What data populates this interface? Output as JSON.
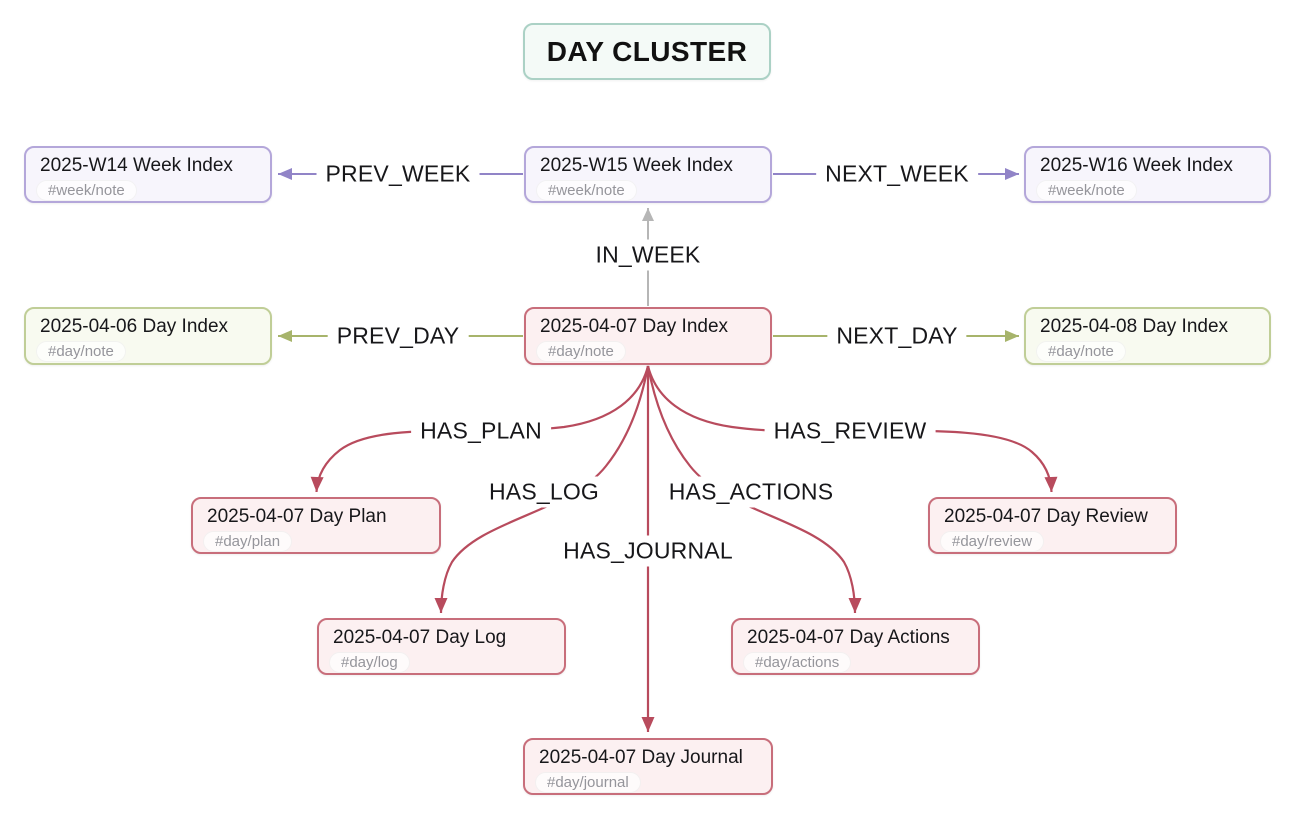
{
  "title": "DAY CLUSTER",
  "nodes": {
    "week_prev": {
      "title": "2025-W14 Week Index",
      "tag": "#week/note"
    },
    "week_current": {
      "title": "2025-W15 Week Index",
      "tag": "#week/note"
    },
    "week_next": {
      "title": "2025-W16 Week Index",
      "tag": "#week/note"
    },
    "day_prev": {
      "title": "2025-04-06 Day Index",
      "tag": "#day/note"
    },
    "day_current": {
      "title": "2025-04-07 Day Index",
      "tag": "#day/note"
    },
    "day_next": {
      "title": "2025-04-08 Day Index",
      "tag": "#day/note"
    },
    "day_plan": {
      "title": "2025-04-07 Day Plan",
      "tag": "#day/plan"
    },
    "day_log": {
      "title": "2025-04-07 Day Log",
      "tag": "#day/log"
    },
    "day_journal": {
      "title": "2025-04-07 Day Journal",
      "tag": "#day/journal"
    },
    "day_actions": {
      "title": "2025-04-07 Day Actions",
      "tag": "#day/actions"
    },
    "day_review": {
      "title": "2025-04-07 Day Review",
      "tag": "#day/review"
    }
  },
  "edges": {
    "prev_week": {
      "label": "PREV_WEEK"
    },
    "next_week": {
      "label": "NEXT_WEEK"
    },
    "in_week": {
      "label": "IN_WEEK"
    },
    "prev_day": {
      "label": "PREV_DAY"
    },
    "next_day": {
      "label": "NEXT_DAY"
    },
    "has_plan": {
      "label": "HAS_PLAN"
    },
    "has_log": {
      "label": "HAS_LOG"
    },
    "has_journal": {
      "label": "HAS_JOURNAL"
    },
    "has_actions": {
      "label": "HAS_ACTIONS"
    },
    "has_review": {
      "label": "HAS_REVIEW"
    }
  },
  "colors": {
    "title_border": "#abd1c5",
    "title_bg": "#f4faf7",
    "week_border": "#b4a7da",
    "week_bg": "#f7f5fc",
    "week_edge": "#9184c7",
    "day_border": "#c0ce97",
    "day_bg": "#f8faf0",
    "day_edge": "#a7b46b",
    "current_border": "#c86e7b",
    "current_bg": "#fcf0f1",
    "red_edge": "#b84b5d",
    "gray_edge": "#b6b6b6",
    "text": "#17171a",
    "tag_text": "#95959b"
  }
}
